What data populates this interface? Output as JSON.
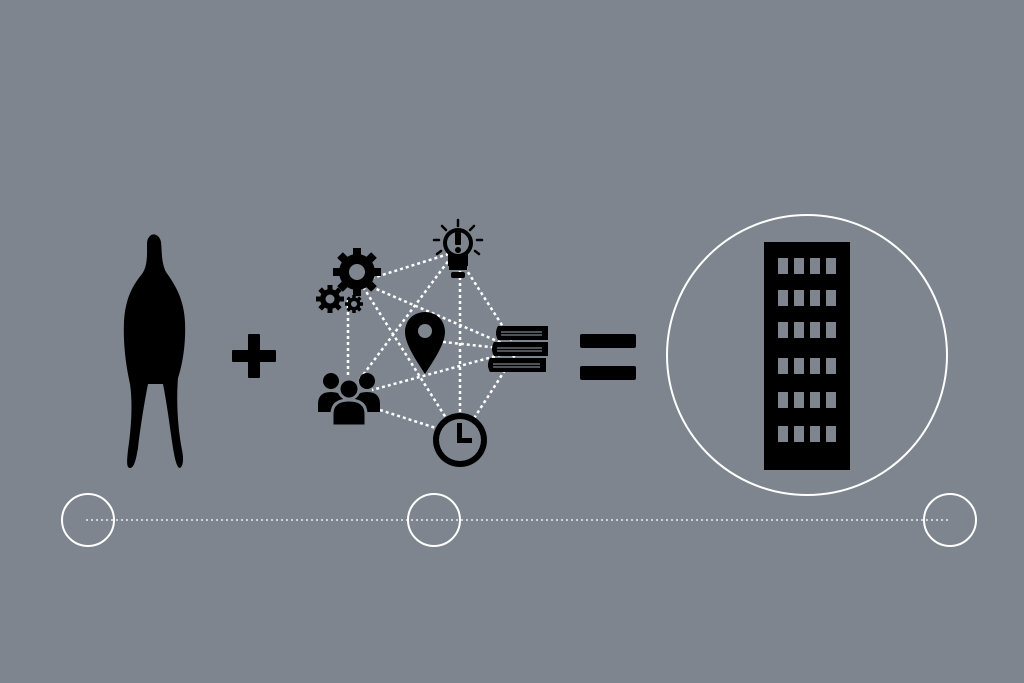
{
  "colors": {
    "background": "#7e858f",
    "ink": "#000000",
    "line": "#ffffff"
  },
  "diagram": {
    "equation": {
      "left_term": "person-silhouette-icon",
      "operator_plus": "plus-icon",
      "middle_term": "resource-network",
      "operator_equals": "equals-icon",
      "result": "office-building-icon"
    },
    "network_nodes": [
      "gears-icon",
      "lightbulb-icon",
      "location-pin-icon",
      "books-icon",
      "people-group-icon",
      "clock-icon"
    ],
    "timeline": {
      "markers": [
        "timeline-marker-start",
        "timeline-marker-middle",
        "timeline-marker-end"
      ]
    }
  }
}
